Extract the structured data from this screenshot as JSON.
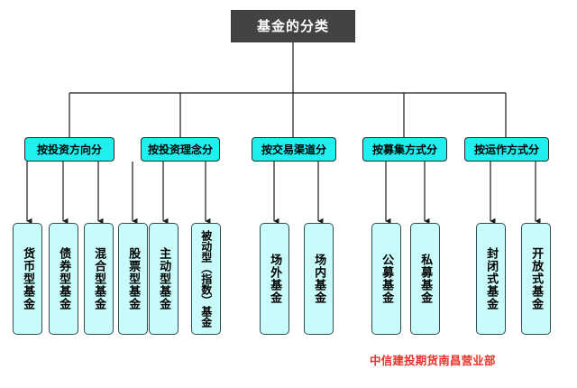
{
  "diagram": {
    "title": "基金的分类",
    "root": {
      "label": "基金的分类",
      "bg_color": "#434343",
      "text_color": "#ffffff"
    },
    "category_color": "#1ef0f0",
    "leaf_color": "#c9fbfb",
    "footer": {
      "text": "中信建投期货南昌营业部",
      "color": "#e8322a"
    },
    "categories": [
      {
        "label": "按投资方向分",
        "leaves": [
          {
            "label": "货币型基金"
          },
          {
            "label": "债券型基金"
          },
          {
            "label": "混合型基金"
          },
          {
            "label": "股票型基金"
          }
        ]
      },
      {
        "label": "按投资理念分",
        "leaves": [
          {
            "label": "主动型基金"
          },
          {
            "label": "被动型（指数）基金"
          }
        ]
      },
      {
        "label": "按交易渠道分",
        "leaves": [
          {
            "label": "场外基金"
          },
          {
            "label": "场内基金"
          }
        ]
      },
      {
        "label": "按募集方式分",
        "leaves": [
          {
            "label": "公募基金"
          },
          {
            "label": "私募基金"
          }
        ]
      },
      {
        "label": "按运作方式分",
        "leaves": [
          {
            "label": "封闭式基金"
          },
          {
            "label": "开放式基金"
          }
        ]
      }
    ]
  }
}
